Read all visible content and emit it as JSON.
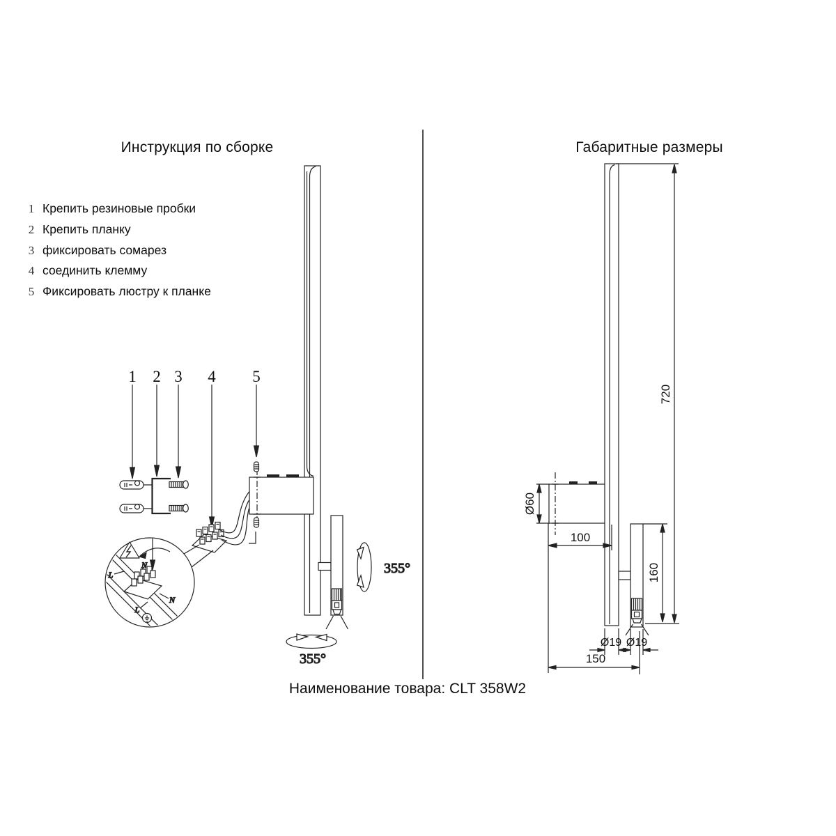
{
  "colors": {
    "line": "#222222",
    "background": "#ffffff",
    "text": "#111111"
  },
  "left_panel": {
    "title": "Инструкция по сборке",
    "steps": [
      {
        "num": "1",
        "text": "Крепить резиновые пробки"
      },
      {
        "num": "2",
        "text": "Крепить планку"
      },
      {
        "num": "3",
        "text": "фиксировать сомарез"
      },
      {
        "num": "4",
        "text": "соединить клемму"
      },
      {
        "num": "5",
        "text": "Фиксировать люстру к планке"
      }
    ],
    "callouts": [
      "1",
      "2",
      "3",
      "4",
      "5"
    ],
    "rotation_side": "355°",
    "rotation_bottom": "355°",
    "detail": {
      "n_top": "N",
      "l_top": "L",
      "n_bottom": "N",
      "l_bottom": "L"
    }
  },
  "right_panel": {
    "title": "Габаритные размеры",
    "dimensions": {
      "height": "720",
      "box_diameter": "Ø60",
      "box_width": "100",
      "tube_height": "160",
      "bar_diameter": "Ø19",
      "tube_diameter": "Ø19",
      "total_width": "150"
    }
  },
  "footer": {
    "product_label": "Наименование товара: CLT 358W2"
  }
}
